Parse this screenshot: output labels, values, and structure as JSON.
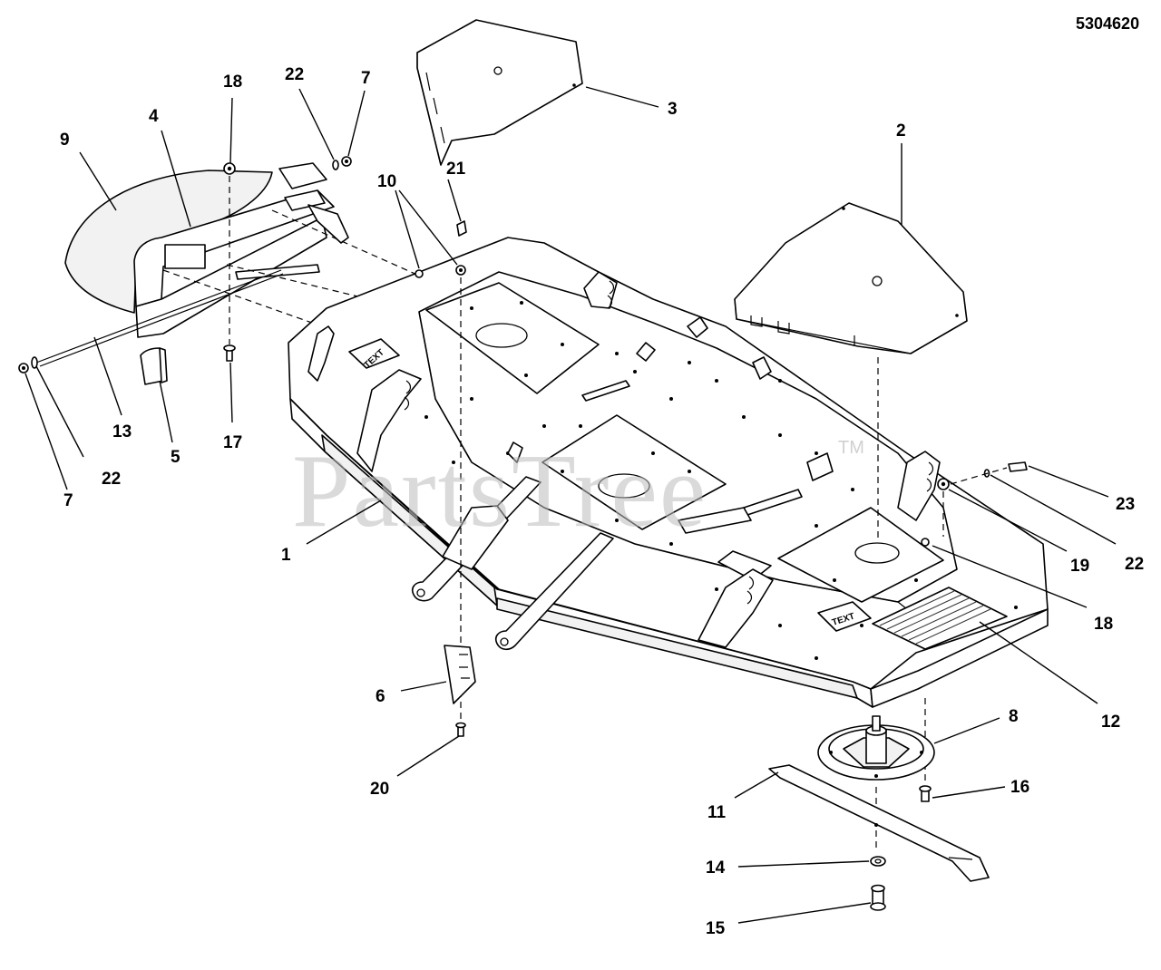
{
  "document_number": "5304620",
  "watermark": {
    "text": "PartsTree",
    "mark": "TM"
  },
  "decal_text": "TEXT",
  "callouts": {
    "c1": "1",
    "c2": "2",
    "c3": "3",
    "c4": "4",
    "c5": "5",
    "c6": "6",
    "c7a": "7",
    "c7b": "7",
    "c8": "8",
    "c9": "9",
    "c10": "10",
    "c11": "11",
    "c12": "12",
    "c13": "13",
    "c14": "14",
    "c15": "15",
    "c16": "16",
    "c17": "17",
    "c18a": "18",
    "c18b": "18",
    "c19": "19",
    "c20": "20",
    "c21": "21",
    "c22a": "22",
    "c22b": "22",
    "c22c": "22",
    "c23": "23"
  }
}
